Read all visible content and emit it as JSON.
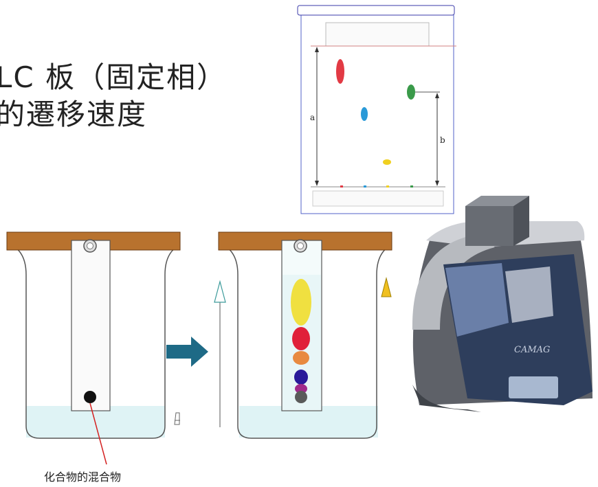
{
  "title": {
    "line1": "LC 板（固定相）",
    "line2": "的遷移速度"
  },
  "rf_diagram": {
    "label_a": "a",
    "label_b": "b",
    "spots": [
      {
        "color": "#e23a44"
      },
      {
        "color": "#3a9a4a"
      },
      {
        "color": "#2a9ad8"
      },
      {
        "color": "#f0d020"
      }
    ]
  },
  "chamber_before": {
    "sample_spot_color": "#111111"
  },
  "chamber_after": {
    "separated_spots": [
      {
        "color": "#f0e040"
      },
      {
        "color": "#e0203a"
      },
      {
        "color": "#e88a40"
      },
      {
        "color": "#2a1a9a"
      },
      {
        "color": "#a02a8a"
      },
      {
        "color": "#5a5a5a"
      }
    ]
  },
  "colors": {
    "lid": "#b8722e",
    "solvent": "#dff3f5",
    "arrow": "#1e6a86",
    "device_dark": "#2e3e5c",
    "device_gray": "#8a8d94"
  },
  "caption": "化合物的混合物",
  "device": {
    "brand": "CAMAG"
  }
}
